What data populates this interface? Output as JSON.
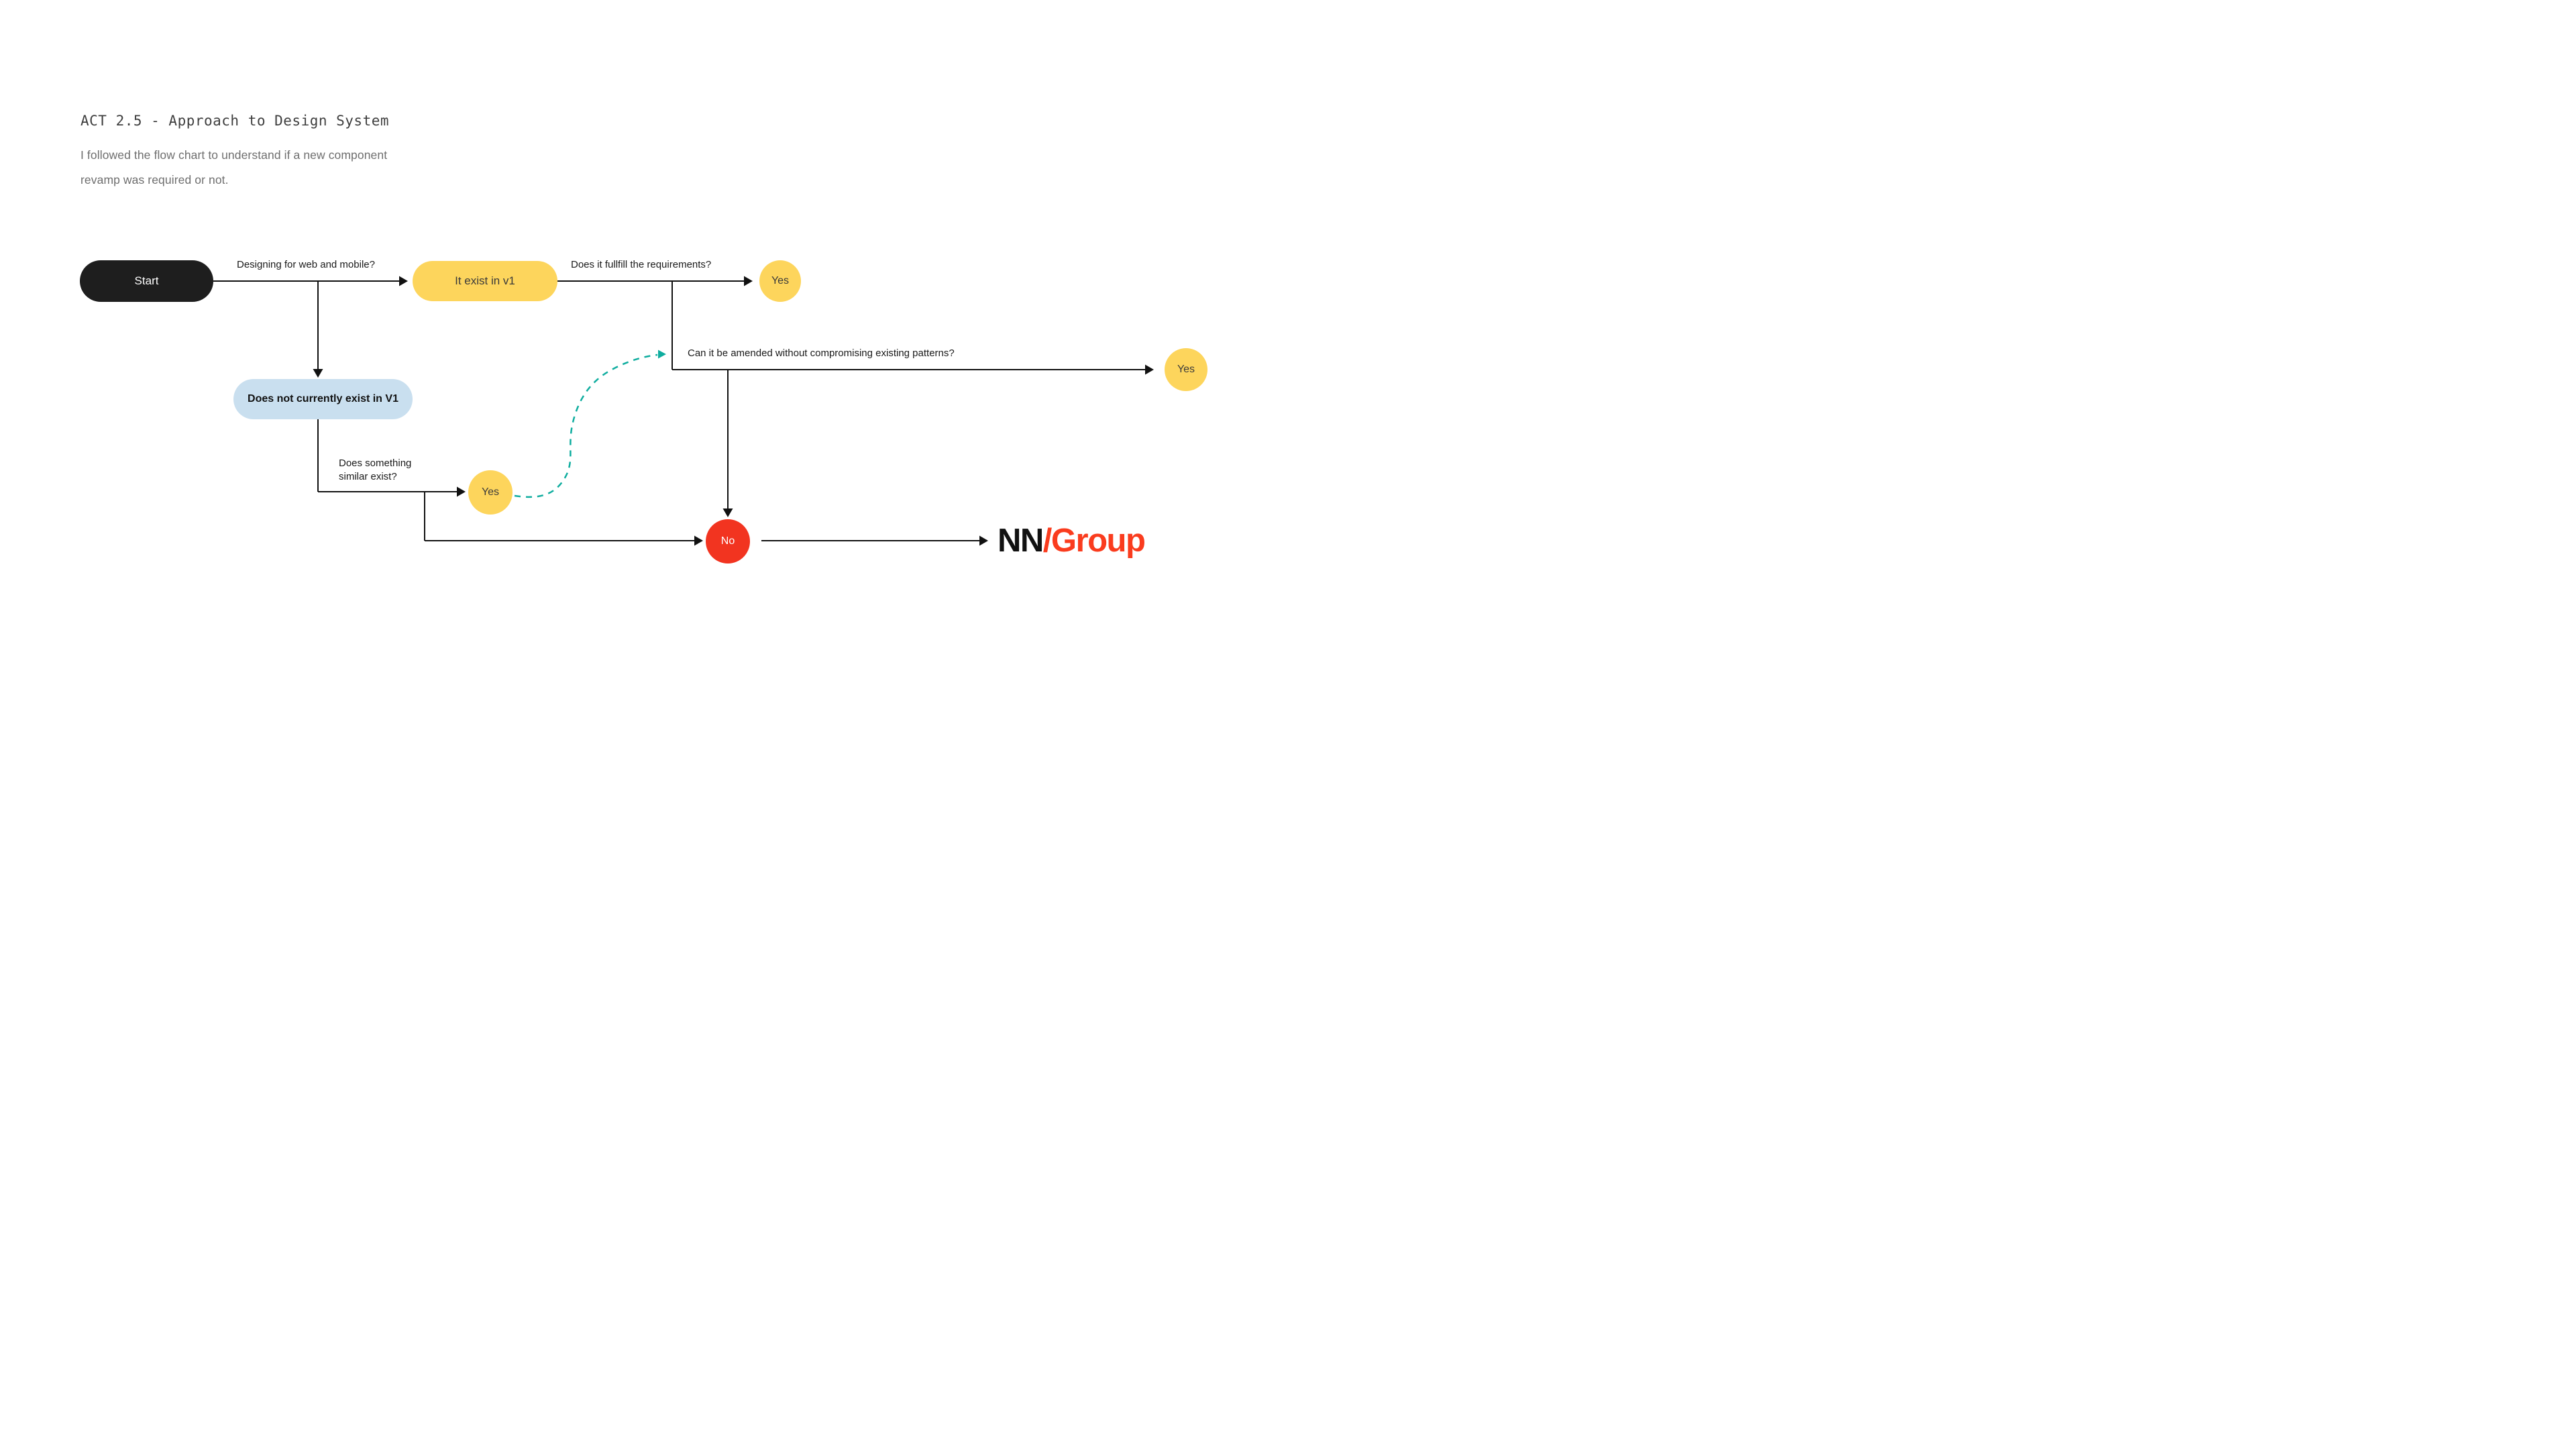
{
  "page": {
    "background": "#ffffff"
  },
  "header": {
    "title": "ACT 2.5 - Approach to Design System",
    "description_lines": [
      "I followed the flow chart to understand if a new component",
      "revamp was required or not."
    ]
  },
  "flow": {
    "nodes": {
      "start": {
        "label": "Start",
        "shape": "pill",
        "fill": "#1E1E1E",
        "text_color": "#FFFFFF"
      },
      "exists_v1": {
        "label": "It exist in v1",
        "shape": "pill",
        "fill": "#FDD55C",
        "text_color": "#3A3A3A"
      },
      "not_exist_v1": {
        "label": "Does not currently exist in V1",
        "shape": "pill",
        "fill": "#C9DFEF",
        "text_color": "#111111"
      },
      "yes_requirements": {
        "label": "Yes",
        "shape": "circle",
        "fill": "#FDD55C",
        "text_color": "#3A3A3A"
      },
      "yes_similar": {
        "label": "Yes",
        "shape": "circle",
        "fill": "#FDD55C",
        "text_color": "#3A3A3A"
      },
      "yes_amended": {
        "label": "Yes",
        "shape": "circle",
        "fill": "#FDD55C",
        "text_color": "#3A3A3A"
      },
      "no": {
        "label": "No",
        "shape": "circle",
        "fill": "#F23420",
        "text_color": "#FFFFFF"
      }
    },
    "edge_labels": {
      "designing": "Designing for web and mobile?",
      "fullfill": "Does it fullfill the requirements?",
      "similar_line1": "Does something",
      "similar_line2": "similar exist?",
      "amended": "Can it be amended without compromising existing patterns?"
    },
    "colors": {
      "line": "#111111",
      "dashed_connector": "#0FAD9F"
    }
  },
  "logo": {
    "nn": "NN",
    "slash": "/",
    "group": "Group",
    "nn_color": "#111111",
    "accent_color": "#FA3C1E"
  }
}
